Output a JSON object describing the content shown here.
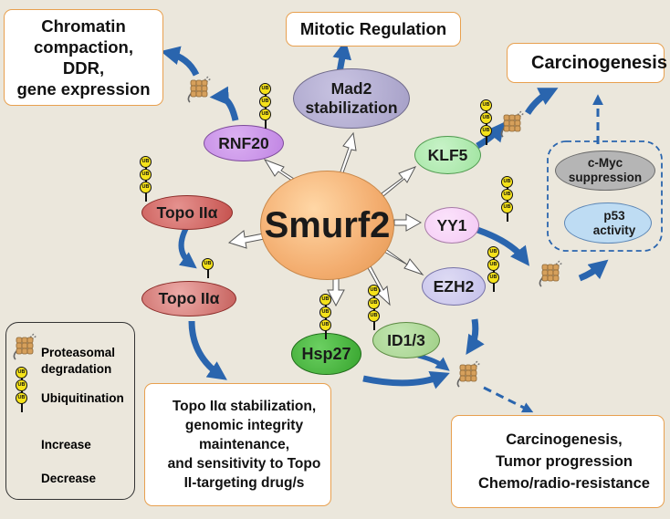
{
  "center": {
    "label": "Smurf2"
  },
  "boxes": {
    "chromatin": [
      "Chromatin",
      "compaction,",
      "DDR,",
      "gene expression"
    ],
    "mitotic": "Mitotic Regulation",
    "carcinogenesis_top": "Carcinogenesis",
    "topo_effects": [
      "Topo IIα stabilization,",
      "genomic integrity",
      "maintenance,",
      "and sensitivity to Topo",
      "II-targeting drug/s"
    ],
    "bottom_right": [
      "Carcinogenesis,",
      "Tumor progression",
      "Chemo/radio-resistance"
    ],
    "cmyc_group": {
      "cmyc": [
        "c-Myc",
        "suppression"
      ],
      "p53": [
        "p53",
        "activity"
      ]
    }
  },
  "targets": {
    "rnf20": "RNF20",
    "mad2": [
      "Mad2",
      "stabilization"
    ],
    "klf5": "KLF5",
    "yy1": "YY1",
    "ezh2": "EZH2",
    "id13": "ID1/3",
    "hsp27": "Hsp27",
    "topo_a": "Topo IIα",
    "topo_b": "Topo IIα"
  },
  "ub_label": "UB",
  "legend": {
    "items": [
      {
        "icon": "proteasome-icon",
        "label": [
          "Proteasomal",
          "degradation"
        ]
      },
      {
        "icon": "ubiquitin-chain-icon",
        "label": [
          "Ubiquitination"
        ]
      },
      {
        "icon": "increase-arrow-icon",
        "label": [
          "Increase"
        ]
      },
      {
        "icon": "decrease-arrow-icon",
        "label": [
          "Decrease"
        ]
      }
    ]
  },
  "colors": {
    "background": "#ebe7dc",
    "box_border": "#e8a04f",
    "flow_arrow": "#2a65ae",
    "increase": "#3a5c1a",
    "decrease": "#e31b1b",
    "smurf2": "#f3ad6f",
    "rnf20": "#c084e3",
    "mad2": "#a49ec6",
    "klf5": "#9fe39f",
    "yy1": "#f4c8f4",
    "ezh2": "#c3bfe9",
    "id13": "#9fcf86",
    "hsp27": "#35a32c",
    "topo": "#c5504c",
    "cmyc": "#b5b5b5",
    "p53": "#bedcf3"
  }
}
